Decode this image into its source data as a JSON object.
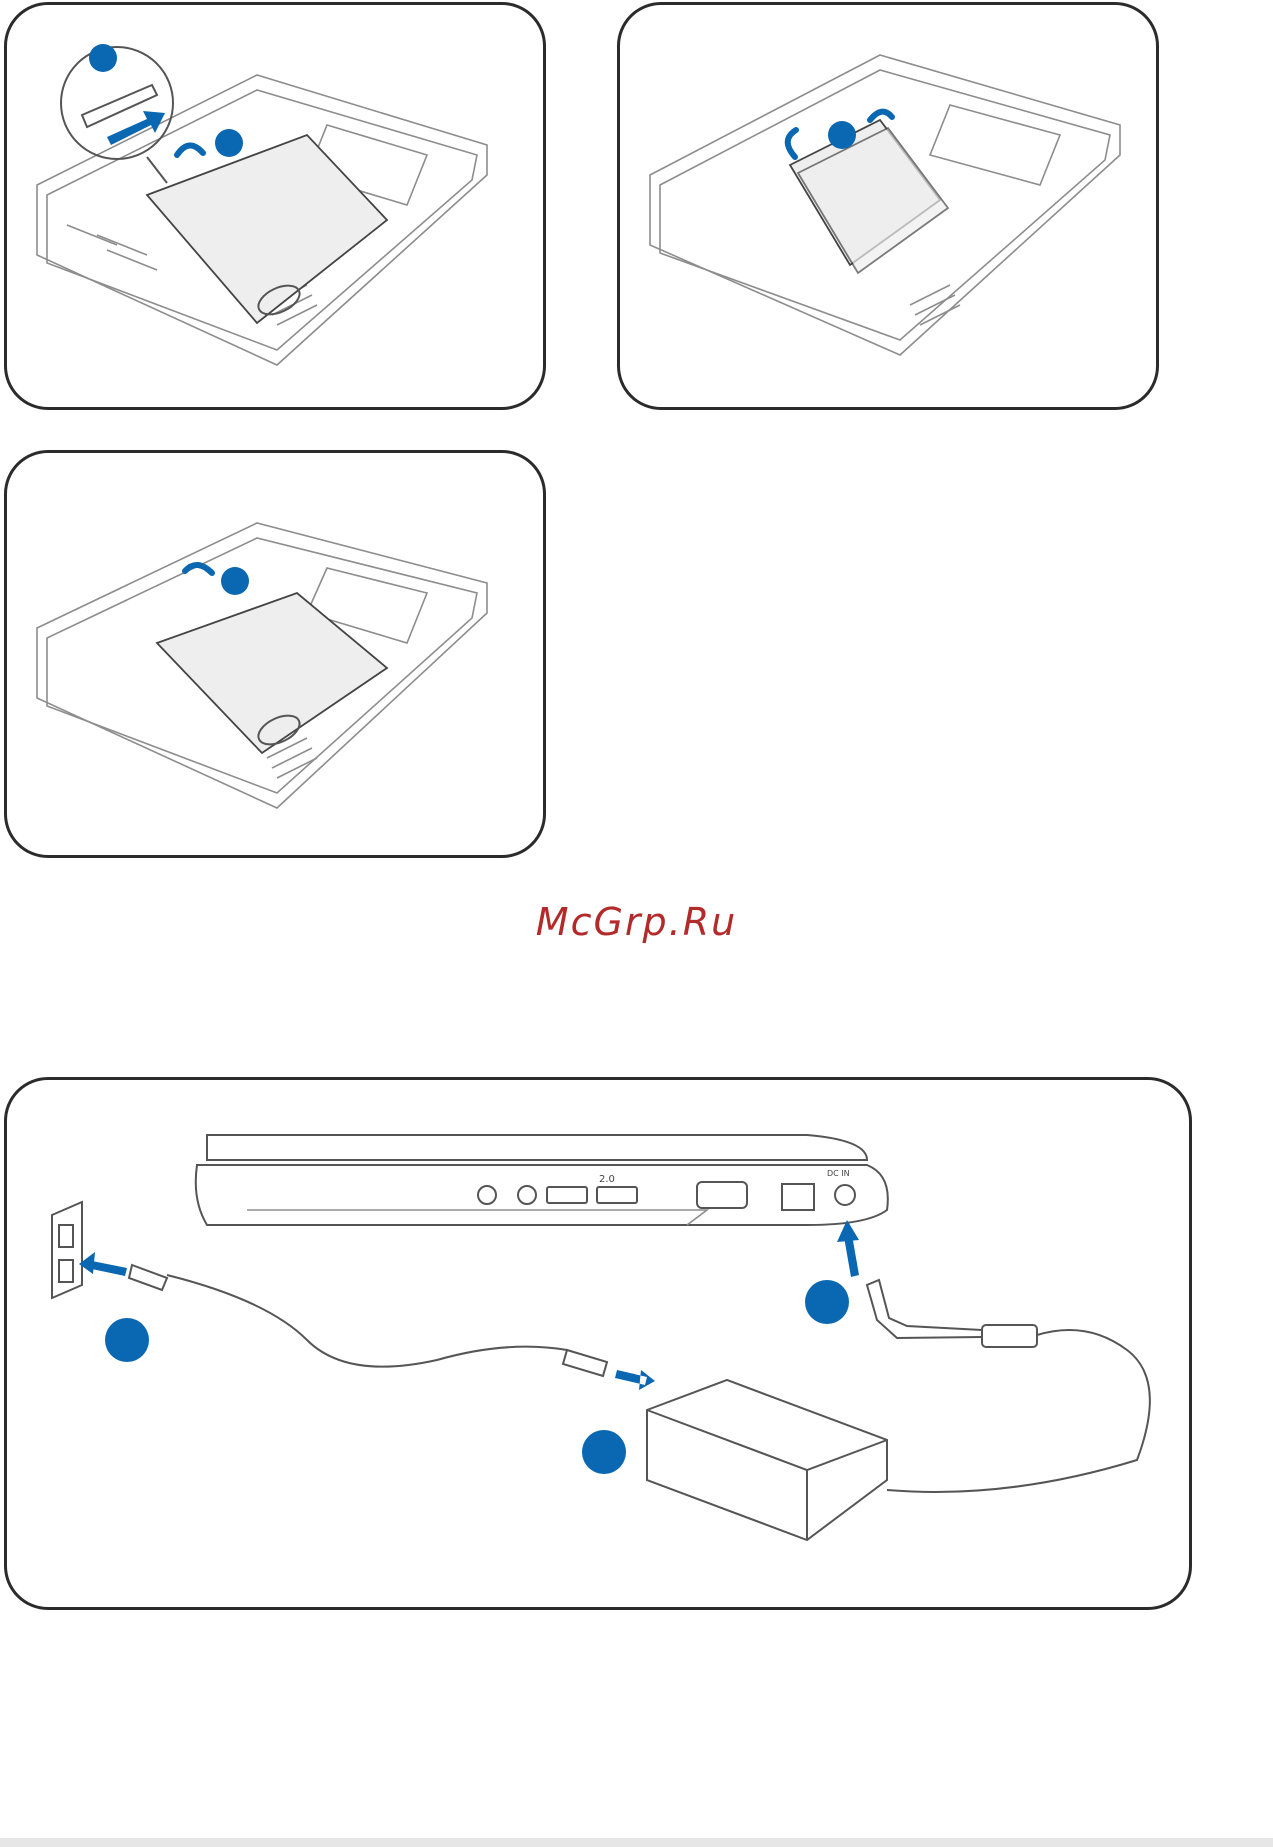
{
  "watermark": {
    "text": "McGrp.Ru"
  },
  "colors": {
    "accent": "#0a67b1",
    "watermark": "#b32a2a",
    "outline": "#2b2b2b"
  },
  "icons": {
    "step_markers": "blue-circle-step-marker",
    "direction": "blue-arrow-icon",
    "wall_outlet": "power-outlet-icon",
    "ac_adapter": "power-adapter-icon"
  },
  "laptop_side_labels": {
    "usb": "2.0",
    "dc_in": "DC IN"
  }
}
